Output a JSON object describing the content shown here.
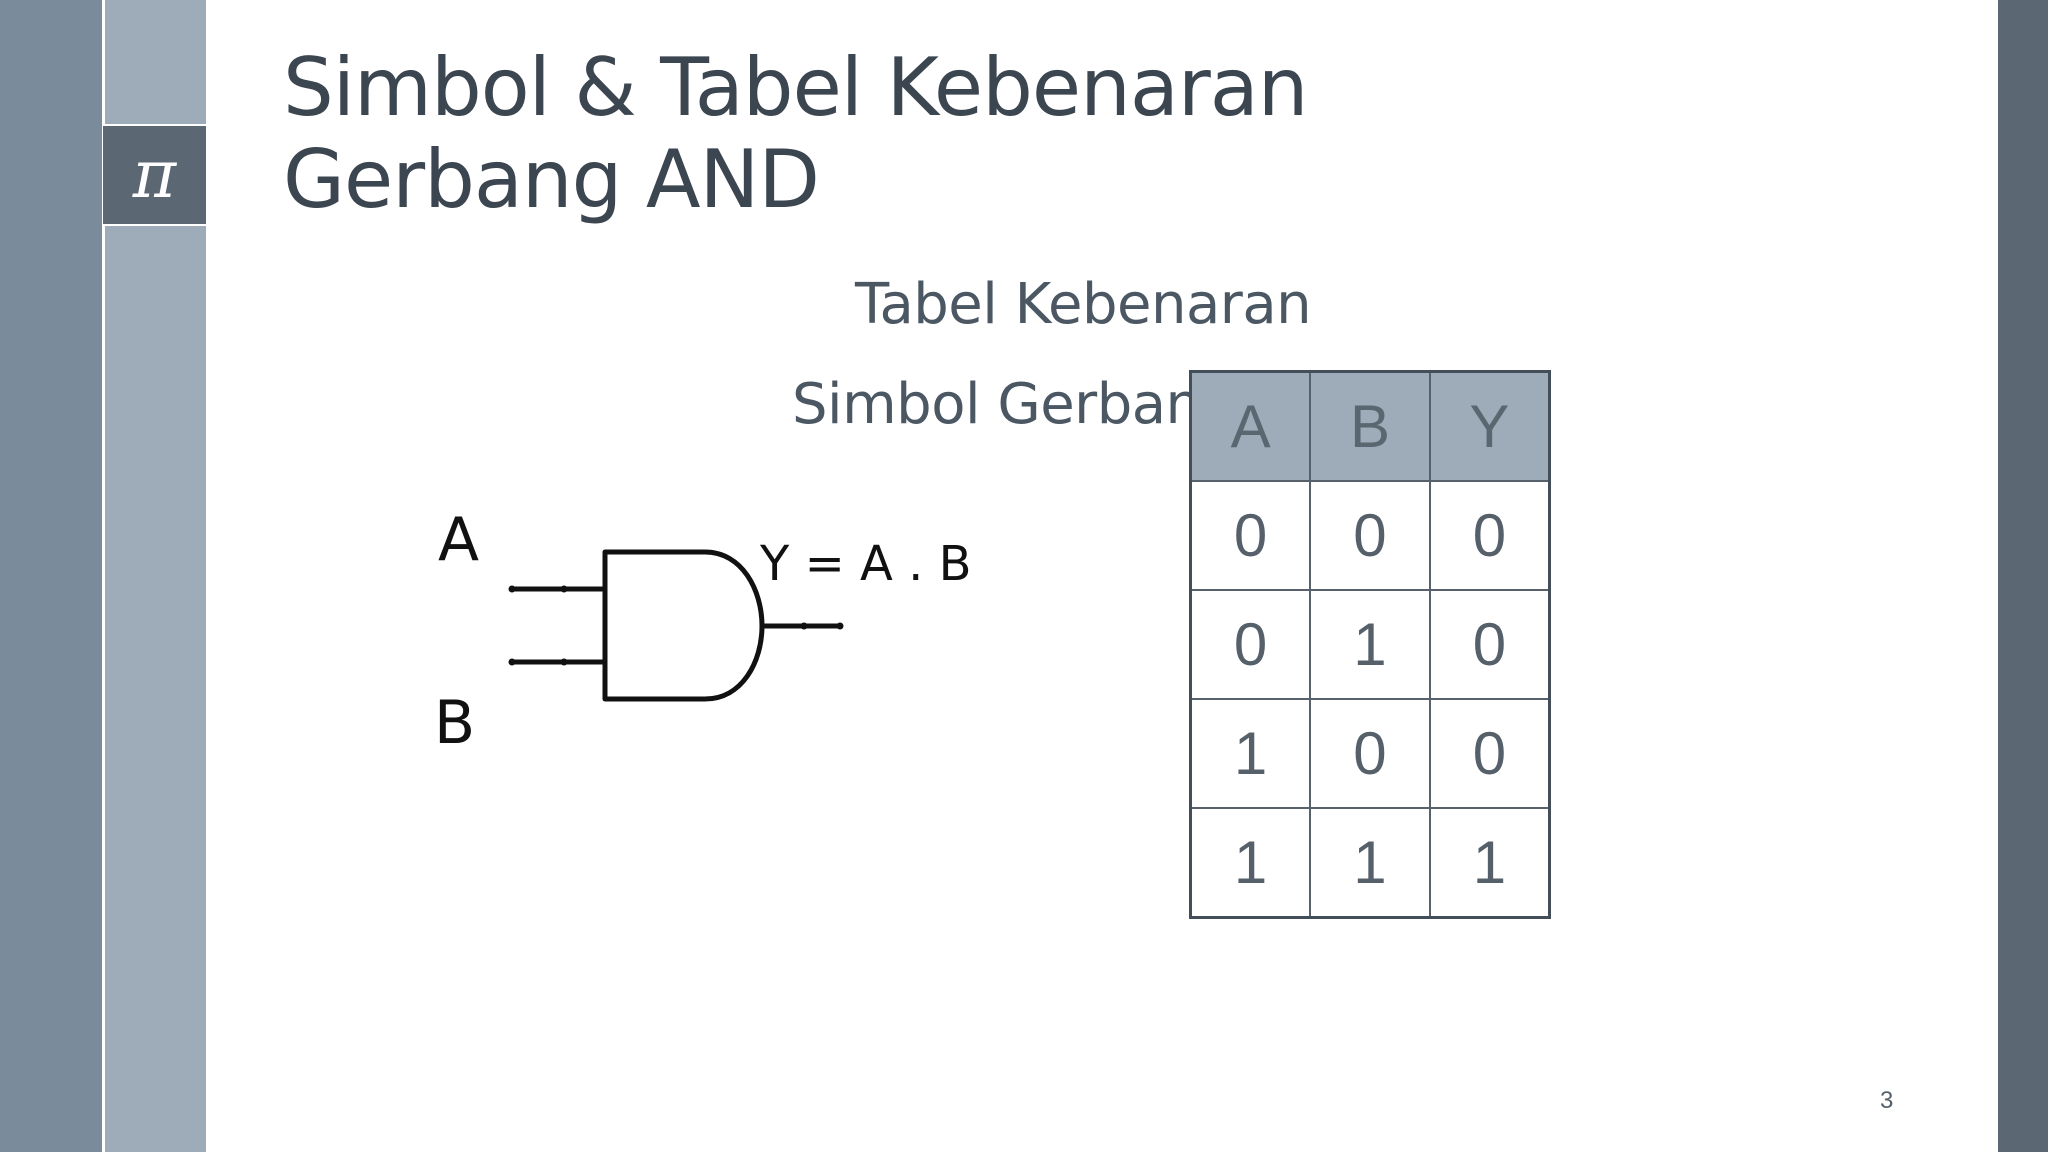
{
  "slide": {
    "title_line1": "Simbol & Tabel Kebenaran",
    "title_line2": "Gerbang AND",
    "icon_glyph": "π",
    "icon_name": "pi-icon",
    "subtitle_table": "Tabel Kebenaran",
    "subtitle_symbol": "Simbol Gerbang",
    "page_number": "3"
  },
  "gate": {
    "input_a": "A",
    "input_b": "B",
    "equation": "Y = A . B"
  },
  "truth_table": {
    "headers": [
      "A",
      "B",
      "Y"
    ],
    "rows": [
      [
        "0",
        "0",
        "0"
      ],
      [
        "0",
        "1",
        "0"
      ],
      [
        "1",
        "0",
        "0"
      ],
      [
        "1",
        "1",
        "1"
      ]
    ]
  },
  "colors": {
    "band_dark": "#7a8c9c",
    "band_light": "#9eabb8",
    "band_right": "#5b6773",
    "text": "#3c4650"
  }
}
